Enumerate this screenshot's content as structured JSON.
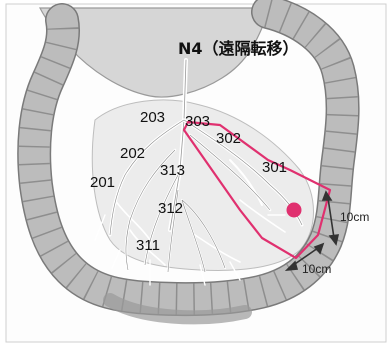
{
  "title": "N4（遠隔転移）",
  "nodes": {
    "n201": "201",
    "n202": "202",
    "n203": "203",
    "n301": "301",
    "n302": "302",
    "n303": "303",
    "n311": "311",
    "n312": "312",
    "n313": "313"
  },
  "measurements": {
    "upper": "10cm",
    "lower": "10cm"
  },
  "colors": {
    "colon_fill": "#b9b9b9",
    "colon_stroke": "#7a7a7a",
    "highlight": "#e0306f",
    "mesentery": "#f2f2f2",
    "vessel": "#ffffff"
  }
}
